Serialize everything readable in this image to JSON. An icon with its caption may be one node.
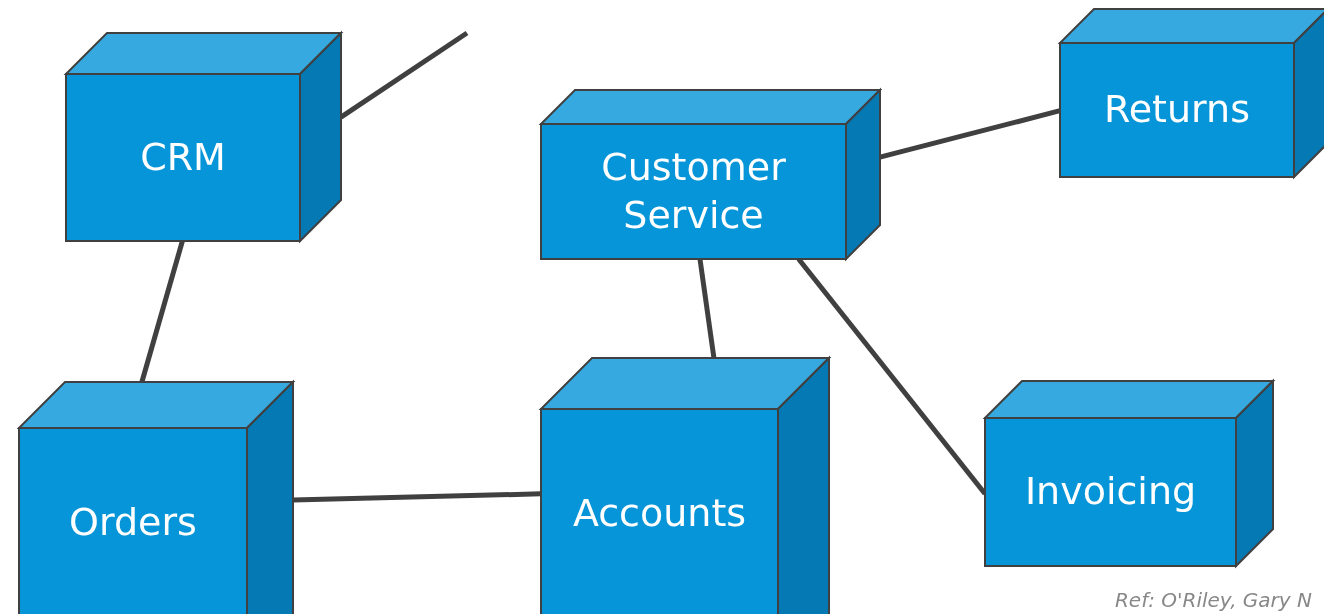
{
  "diagram": {
    "nodes": [
      {
        "text": [
          "CRM"
        ]
      },
      {
        "text": [
          "Orders"
        ]
      },
      {
        "text": [
          "Customer Service"
        ]
      },
      {
        "text": [
          "Accounts"
        ]
      },
      {
        "text": [
          "Returns"
        ]
      },
      {
        "text": [
          "Invoicing"
        ]
      }
    ],
    "edges": [
      {
        "from": 0,
        "to": null,
        "arrow": "none"
      },
      {
        "from": 0,
        "to": 1,
        "arrow": "none"
      },
      {
        "from": 1,
        "to": 3,
        "arrow": "none"
      },
      {
        "from": 2,
        "to": 3,
        "arrow": "none"
      },
      {
        "from": 2,
        "to": 4,
        "arrow": "none"
      },
      {
        "from": 2,
        "to": 5,
        "arrow": "none"
      }
    ],
    "labels": [
      "Ref: O'Riley, Gary N"
    ]
  }
}
